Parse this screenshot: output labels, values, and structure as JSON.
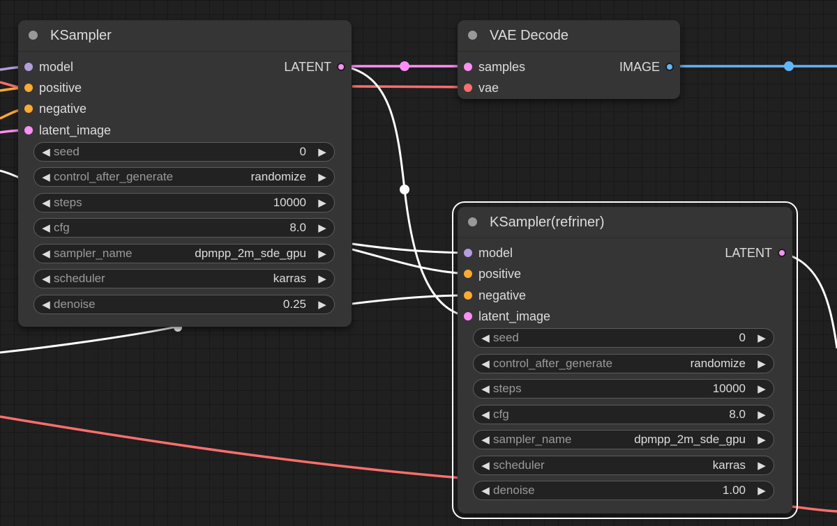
{
  "colors": {
    "model": "#b39ddb",
    "conditioning": "#ffa931",
    "latent": "#ff8ef5",
    "vae": "#ff6e6e",
    "image": "#64b5f6",
    "wire_white": "#ffffff"
  },
  "ksampler": {
    "title": "KSampler",
    "inputs": [
      "model",
      "positive",
      "negative",
      "latent_image"
    ],
    "output": "LATENT",
    "widgets": [
      {
        "label": "seed",
        "value": "0"
      },
      {
        "label": "control_after_generate",
        "value": "randomize"
      },
      {
        "label": "steps",
        "value": "10000"
      },
      {
        "label": "cfg",
        "value": "8.0"
      },
      {
        "label": "sampler_name",
        "value": "dpmpp_2m_sde_gpu"
      },
      {
        "label": "scheduler",
        "value": "karras"
      },
      {
        "label": "denoise",
        "value": "0.25"
      }
    ]
  },
  "vae_decode": {
    "title": "VAE Decode",
    "inputs": [
      "samples",
      "vae"
    ],
    "output": "IMAGE"
  },
  "refiner": {
    "title": "KSampler(refriner)",
    "inputs": [
      "model",
      "positive",
      "negative",
      "latent_image"
    ],
    "output": "LATENT",
    "widgets": [
      {
        "label": "seed",
        "value": "0"
      },
      {
        "label": "control_after_generate",
        "value": "randomize"
      },
      {
        "label": "steps",
        "value": "10000"
      },
      {
        "label": "cfg",
        "value": "8.0"
      },
      {
        "label": "sampler_name",
        "value": "dpmpp_2m_sde_gpu"
      },
      {
        "label": "scheduler",
        "value": "karras"
      },
      {
        "label": "denoise",
        "value": "1.00"
      }
    ]
  },
  "icons": {
    "left_arrow": "◀",
    "right_arrow": "▶"
  }
}
